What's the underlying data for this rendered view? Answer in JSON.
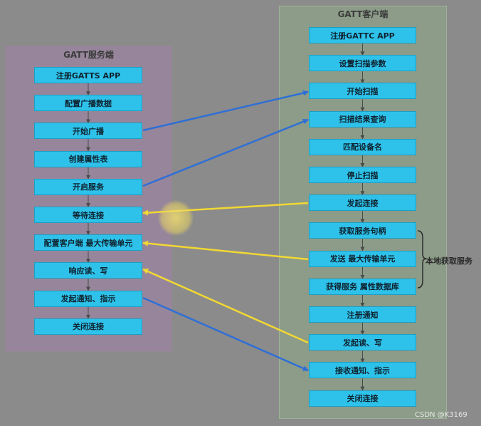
{
  "server": {
    "title": "GATT服务端",
    "steps": [
      "注册GATTS APP",
      "配置广播数据",
      "开始广播",
      "创建属性表",
      "开启服务",
      "等待连接",
      "配置客户端 最大传输单元",
      "响应读、写",
      "发起通知、指示",
      "关闭连接"
    ]
  },
  "client": {
    "title": "GATT客户端",
    "steps": [
      "注册GATTC APP",
      "设置扫描参数",
      "开始扫描",
      "扫描结果查询",
      "匹配设备名",
      "停止扫描",
      "发起连接",
      "获取服务句柄",
      "发送 最大传输单元",
      "获得服务 属性数据库",
      "注册通知",
      "发起读、写",
      "接收通知、指示",
      "关闭连接"
    ]
  },
  "bracket_label": "本地获取服务",
  "watermark": "CSDN @K3169",
  "colors": {
    "box": "#2ec2ea",
    "blue_arrow": "#2f6fd6",
    "yellow_arrow": "#f2d832"
  }
}
